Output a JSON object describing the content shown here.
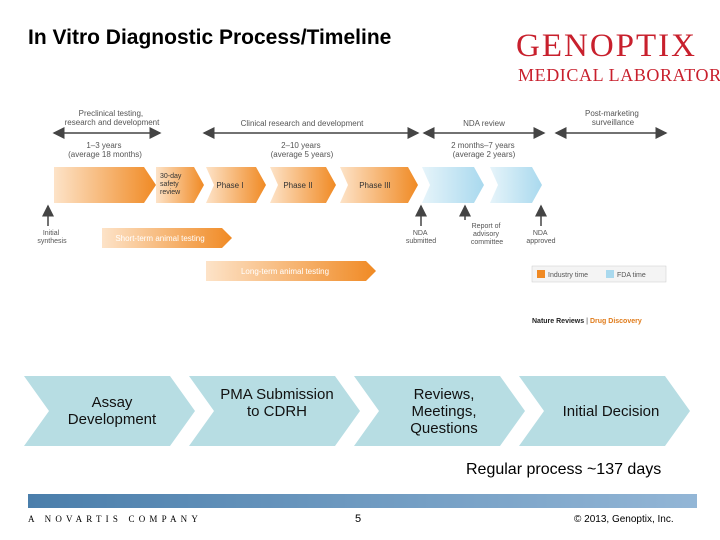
{
  "slide": {
    "title": "In Vitro Diagnostic Process/Timeline",
    "logo": {
      "name": "GENOPTIX",
      "subtitle": "MEDICAL LABORATORY",
      "color": "#c8202d"
    },
    "footer": {
      "company": "A NOVARTIS COMPANY",
      "page": "5",
      "copyright": "© 2013, Genoptix, Inc."
    }
  },
  "figure": {
    "phases": {
      "preclinical": "Preclinical testing, research and development",
      "clinical": "Clinical research and development",
      "nda_review": "NDA review",
      "post_marketing": "Post-marketing surveillance"
    },
    "durations": {
      "preclinical": "1–3 years (average 18 months)",
      "clinical": "2–10 years (average 5 years)",
      "nda": "2 months–7 years (average 2 years)"
    },
    "stages": {
      "safety_review": "30-day safety review",
      "phase1": "Phase I",
      "phase2": "Phase II",
      "phase3": "Phase III"
    },
    "milestones": {
      "initial_synthesis": "Initial synthesis",
      "nda_submitted": "NDA submitted",
      "advisory": "Report of advisory committee",
      "nda_approved": "NDA approved"
    },
    "animal_testing": {
      "short": "Short-term animal testing",
      "long": "Long-term animal testing"
    },
    "legend": {
      "industry": "Industry time",
      "fda": "FDA time",
      "industry_color": "#f08a24",
      "fda_color": "#a9d9ee"
    },
    "credit": {
      "journal": "Nature Reviews",
      "section": "Drug Discovery"
    }
  },
  "process_steps": [
    {
      "label": "Assay Development"
    },
    {
      "label": "PMA Submission to CDRH"
    },
    {
      "label": "Reviews, Meetings, Questions"
    },
    {
      "label": "Initial Decision"
    }
  ],
  "regular_process": "Regular process ~137 days"
}
